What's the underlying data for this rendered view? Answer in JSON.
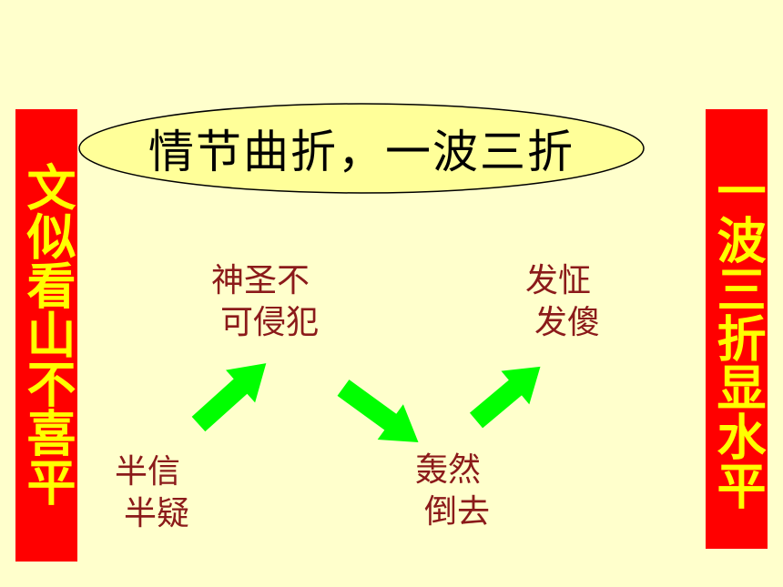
{
  "title": "情节曲折，一波三折",
  "left_banner": "文似看山不喜平",
  "right_banner": "一波三折显水平",
  "stages": [
    {
      "line1": "半信",
      "line2": "半疑"
    },
    {
      "line1": "神圣不",
      "line2": "可侵犯"
    },
    {
      "line1": "轰然",
      "line2": "倒去"
    },
    {
      "line1": "发怔",
      "line2": "发傻"
    }
  ],
  "colors": {
    "background": "#FFFFCC",
    "banner_fill": "#FF0000",
    "banner_text": "#FFFF00",
    "arrow_fill": "#00FF00",
    "stage_text": "#8B1A1A",
    "ellipse_fill": "#FFFF99"
  }
}
